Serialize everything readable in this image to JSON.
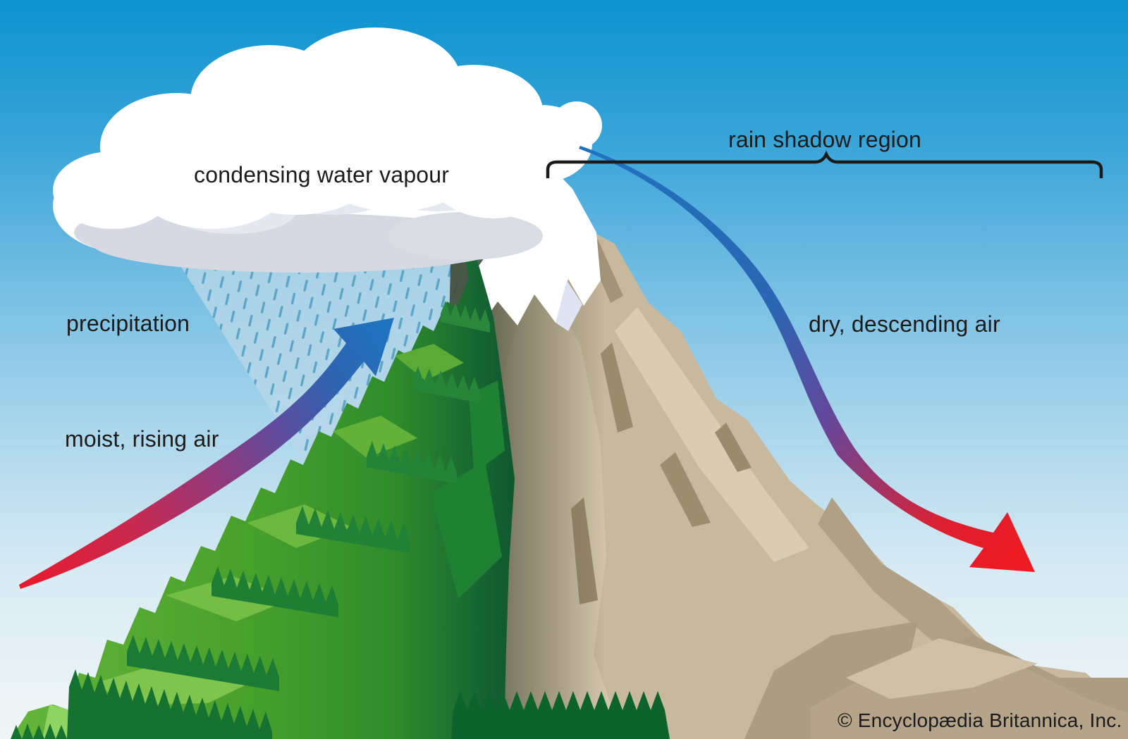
{
  "figure": {
    "type": "educational-diagram",
    "subject": "rain shadow effect on a mountain (orographic precipitation)"
  },
  "labels": {
    "condensing_water_vapour": "condensing water vapour",
    "precipitation": "precipitation",
    "moist_rising_air": "moist, rising air",
    "rain_shadow_region": "rain shadow region",
    "dry_descending_air": "dry, descending air"
  },
  "copyright": "© Encyclopædia Britannica, Inc.",
  "colors": {
    "sky_top": "#0d93ce",
    "sky_bottom": "#f1f6f7",
    "rain_band": "#b7d7e8",
    "rain_dash": "#59a3c4",
    "arrow_warm_red": "#e91a2c",
    "arrow_transition_purple": "#64479b",
    "arrow_cool_blue": "#1f73be",
    "windward_green_light": "#8fd361",
    "windward_green_mid": "#48a02c",
    "windward_green_dark": "#0b4e28",
    "tree_fringe_green": "#1b7a33",
    "leeward_tan_light": "#d9ccb3",
    "leeward_tan_mid": "#c7b89e",
    "leeward_tan_shadow": "#9a8a6e",
    "snow_white": "#ffffff",
    "snow_shadow": "#d6dbef",
    "cloud_white": "#ffffff",
    "cloud_shadow": "#d7d9e2",
    "line_black": "#1b1b1b"
  }
}
